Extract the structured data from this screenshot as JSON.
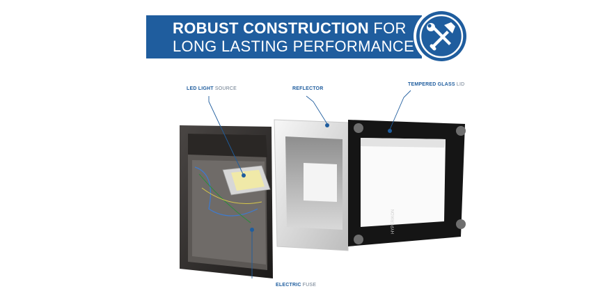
{
  "banner": {
    "line1_bold": "ROBUST CONSTRUCTION",
    "line1_rest": " FOR",
    "line2": "LONG LASTING PERFORMANCE"
  },
  "badge": {
    "icon": "wrench-hammer-icon"
  },
  "labels": {
    "led_bold": "LED LIGHT",
    "led_rest": " SOURCE",
    "reflector": "REFLECTOR",
    "glass_bold": "TEMPERED GLASS",
    "glass_rest": " LID",
    "fuse_bold": "ELECTRIC",
    "fuse_rest": " FUSE"
  },
  "brand_mark": "HYPERIKON",
  "colors": {
    "banner": "#1f5d9e",
    "housing": "#2e2b29",
    "reflector": "#eeeeee",
    "lid": "#151515",
    "callout_dot": "#1f5d9e"
  }
}
